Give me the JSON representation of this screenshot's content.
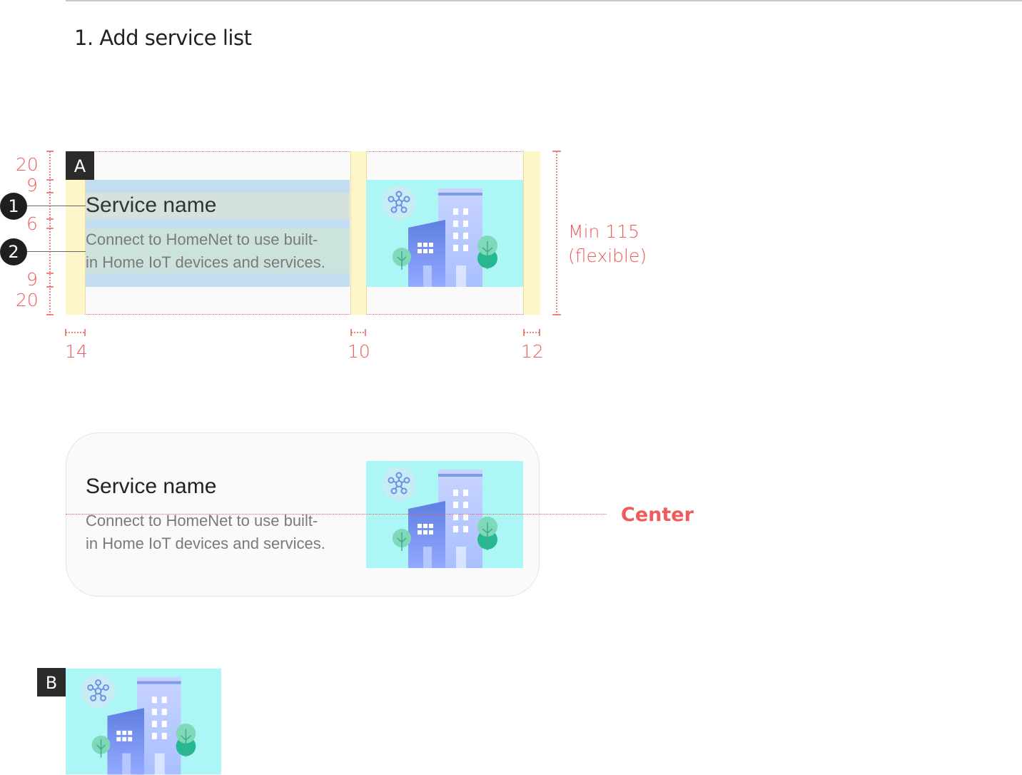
{
  "section": {
    "heading": "1. Add service list"
  },
  "spec": {
    "badge": "A",
    "left_dims": [
      "20",
      "9",
      "6",
      "9",
      "20"
    ],
    "bottom_dims": [
      "14",
      "10",
      "12"
    ],
    "height_label_line1": "Min 115",
    "height_label_line2": "(flexible)",
    "callouts": [
      "1",
      "2"
    ],
    "title": "Service name",
    "description_line1": "Connect to HomeNet to use built-",
    "description_line2": "in Home IoT devices and services."
  },
  "example": {
    "title": "Service name",
    "description_line1": "Connect to HomeNet to use built-",
    "description_line2": "in Home IoT devices and services.",
    "center_label": "Center"
  },
  "image_spec": {
    "badge": "B"
  },
  "colors": {
    "accent_red": "#ef5a5a",
    "padding_yellow": "#fdf6c8",
    "text_area_blue": "#c2dcf0",
    "title_area_gray": "#d5e2dc",
    "desc_area_green": "#cce3dd",
    "illustration_bg": "#adf6f6"
  },
  "icons": [
    "network-hub-icon",
    "building-illustration"
  ]
}
